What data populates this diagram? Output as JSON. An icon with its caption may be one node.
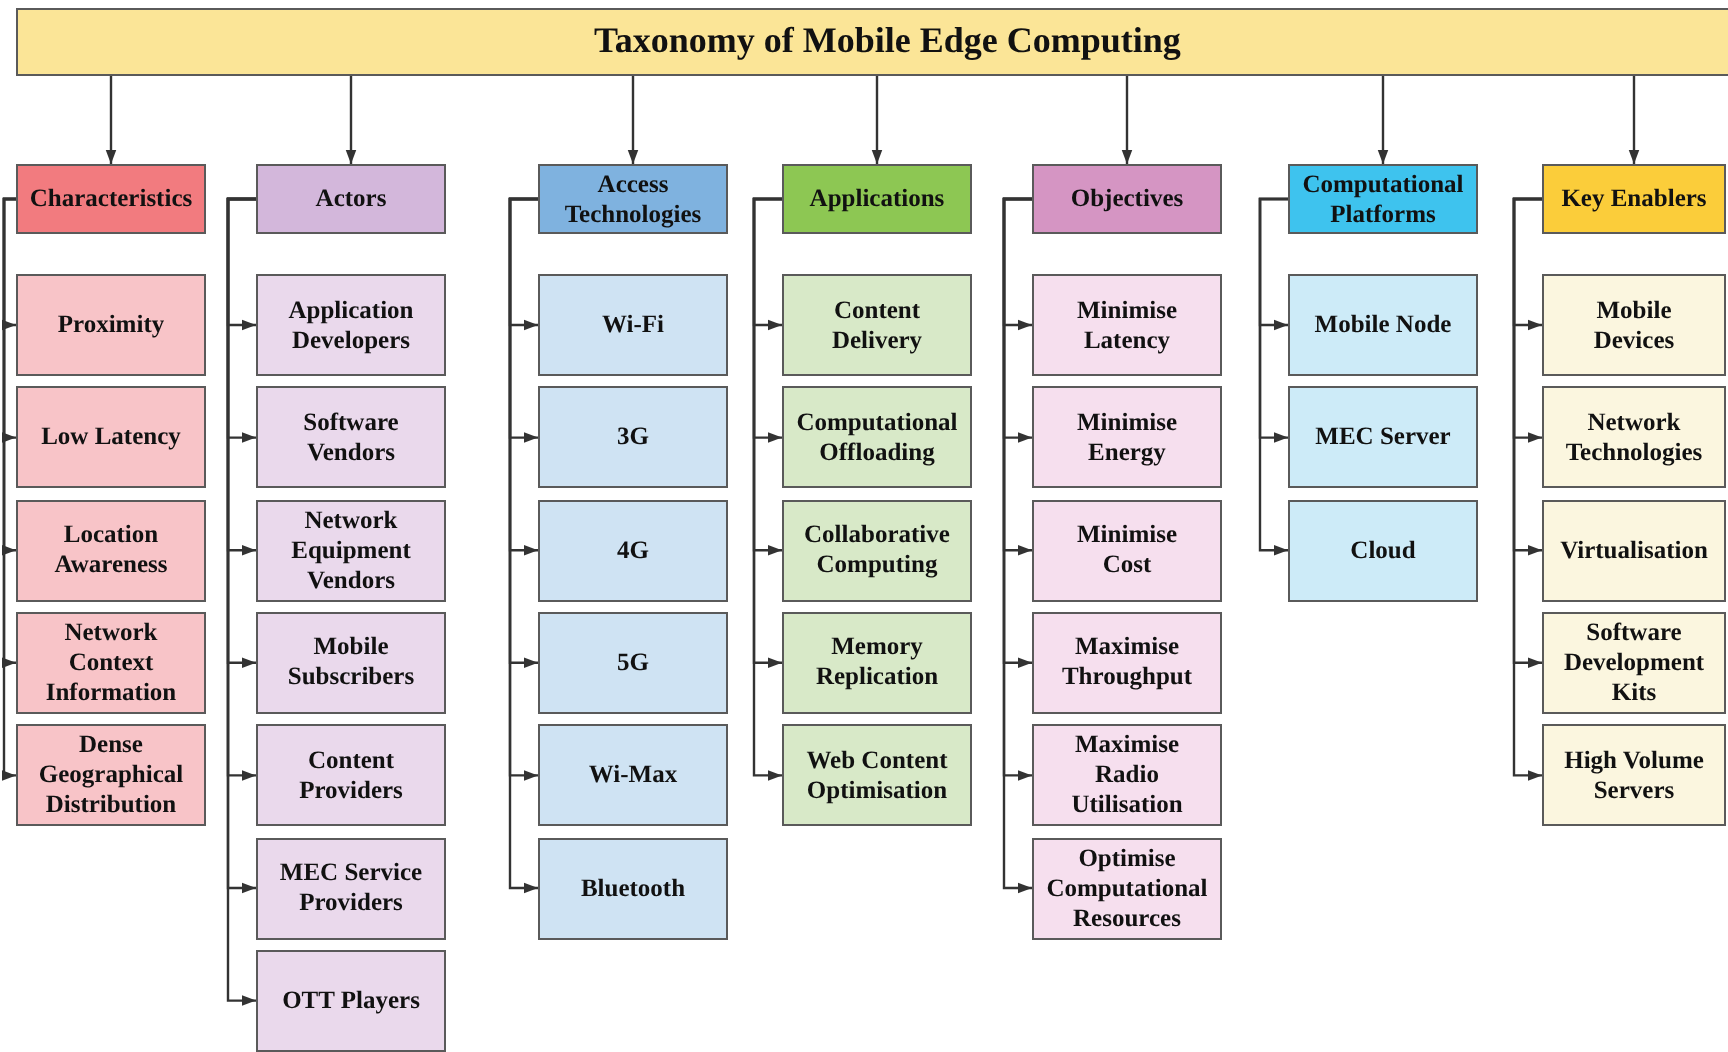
{
  "diagram": {
    "nodes": [
      {
        "text": [
          "Taxonomy of Mobile Edge Computing"
        ]
      },
      {
        "text": [
          "Characteristics"
        ]
      },
      {
        "text": [
          "Proximity"
        ]
      },
      {
        "text": [
          "Low Latency"
        ]
      },
      {
        "text": [
          "Location Awareness"
        ]
      },
      {
        "text": [
          "Network Context Information"
        ]
      },
      {
        "text": [
          "Dense Geographical Distribution"
        ]
      },
      {
        "text": [
          "Actors"
        ]
      },
      {
        "text": [
          "Application Developers"
        ]
      },
      {
        "text": [
          "Software Vendors"
        ]
      },
      {
        "text": [
          "Network Equipment Vendors"
        ]
      },
      {
        "text": [
          "Mobile Subscribers"
        ]
      },
      {
        "text": [
          "Content Providers"
        ]
      },
      {
        "text": [
          "MEC Service Providers"
        ]
      },
      {
        "text": [
          "OTT Players"
        ]
      },
      {
        "text": [
          "Access Technologies"
        ]
      },
      {
        "text": [
          "Wi-Fi"
        ]
      },
      {
        "text": [
          "3G"
        ]
      },
      {
        "text": [
          "4G"
        ]
      },
      {
        "text": [
          "5G"
        ]
      },
      {
        "text": [
          "Wi-Max"
        ]
      },
      {
        "text": [
          "Bluetooth"
        ]
      },
      {
        "text": [
          "Applications"
        ]
      },
      {
        "text": [
          "Content Delivery"
        ]
      },
      {
        "text": [
          "Computational Offloading"
        ]
      },
      {
        "text": [
          "Collaborative Computing"
        ]
      },
      {
        "text": [
          "Memory Replication"
        ]
      },
      {
        "text": [
          "Web Content Optimisation"
        ]
      },
      {
        "text": [
          "Objectives"
        ]
      },
      {
        "text": [
          "Minimise Latency"
        ]
      },
      {
        "text": [
          "Minimise Energy"
        ]
      },
      {
        "text": [
          "Minimise Cost"
        ]
      },
      {
        "text": [
          "Maximise Throughput"
        ]
      },
      {
        "text": [
          "Maximise Radio Utilisation"
        ]
      },
      {
        "text": [
          "Optimise Computational Resources"
        ]
      },
      {
        "text": [
          "Computational Platforms"
        ]
      },
      {
        "text": [
          "Mobile Node"
        ]
      },
      {
        "text": [
          "MEC Server"
        ]
      },
      {
        "text": [
          "Cloud"
        ]
      },
      {
        "text": [
          "Key Enablers"
        ]
      },
      {
        "text": [
          "Mobile Devices"
        ]
      },
      {
        "text": [
          "Network Technologies"
        ]
      },
      {
        "text": [
          "Virtualisation"
        ]
      },
      {
        "text": [
          "Software Development Kits"
        ]
      },
      {
        "text": [
          "High Volume Servers"
        ]
      }
    ],
    "edges": [
      {
        "from": 0,
        "to": 1,
        "arrow": "to"
      },
      {
        "from": 0,
        "to": 7,
        "arrow": "to"
      },
      {
        "from": 0,
        "to": 15,
        "arrow": "to"
      },
      {
        "from": 0,
        "to": 22,
        "arrow": "to"
      },
      {
        "from": 0,
        "to": 28,
        "arrow": "to"
      },
      {
        "from": 0,
        "to": 35,
        "arrow": "to"
      },
      {
        "from": 0,
        "to": 39,
        "arrow": "to"
      },
      {
        "from": 1,
        "to": 2,
        "arrow": "to"
      },
      {
        "from": 1,
        "to": 3,
        "arrow": "to"
      },
      {
        "from": 1,
        "to": 4,
        "arrow": "to"
      },
      {
        "from": 1,
        "to": 5,
        "arrow": "to"
      },
      {
        "from": 1,
        "to": 6,
        "arrow": "to"
      },
      {
        "from": 7,
        "to": 8,
        "arrow": "to"
      },
      {
        "from": 7,
        "to": 9,
        "arrow": "to"
      },
      {
        "from": 7,
        "to": 10,
        "arrow": "to"
      },
      {
        "from": 7,
        "to": 11,
        "arrow": "to"
      },
      {
        "from": 7,
        "to": 12,
        "arrow": "to"
      },
      {
        "from": 7,
        "to": 13,
        "arrow": "to"
      },
      {
        "from": 7,
        "to": 14,
        "arrow": "to"
      },
      {
        "from": 15,
        "to": 16,
        "arrow": "to"
      },
      {
        "from": 15,
        "to": 17,
        "arrow": "to"
      },
      {
        "from": 15,
        "to": 18,
        "arrow": "to"
      },
      {
        "from": 15,
        "to": 19,
        "arrow": "to"
      },
      {
        "from": 15,
        "to": 20,
        "arrow": "to"
      },
      {
        "from": 15,
        "to": 21,
        "arrow": "to"
      },
      {
        "from": 22,
        "to": 23,
        "arrow": "to"
      },
      {
        "from": 22,
        "to": 24,
        "arrow": "to"
      },
      {
        "from": 22,
        "to": 25,
        "arrow": "to"
      },
      {
        "from": 22,
        "to": 26,
        "arrow": "to"
      },
      {
        "from": 22,
        "to": 27,
        "arrow": "to"
      },
      {
        "from": 28,
        "to": 29,
        "arrow": "to"
      },
      {
        "from": 28,
        "to": 30,
        "arrow": "to"
      },
      {
        "from": 28,
        "to": 31,
        "arrow": "to"
      },
      {
        "from": 28,
        "to": 32,
        "arrow": "to"
      },
      {
        "from": 28,
        "to": 33,
        "arrow": "to"
      },
      {
        "from": 28,
        "to": 34,
        "arrow": "to"
      },
      {
        "from": 35,
        "to": 36,
        "arrow": "to"
      },
      {
        "from": 35,
        "to": 37,
        "arrow": "to"
      },
      {
        "from": 35,
        "to": 38,
        "arrow": "to"
      },
      {
        "from": 39,
        "to": 40,
        "arrow": "to"
      },
      {
        "from": 39,
        "to": 41,
        "arrow": "to"
      },
      {
        "from": 39,
        "to": 42,
        "arrow": "to"
      },
      {
        "from": 39,
        "to": 43,
        "arrow": "to"
      },
      {
        "from": 39,
        "to": 44,
        "arrow": "to"
      }
    ]
  }
}
